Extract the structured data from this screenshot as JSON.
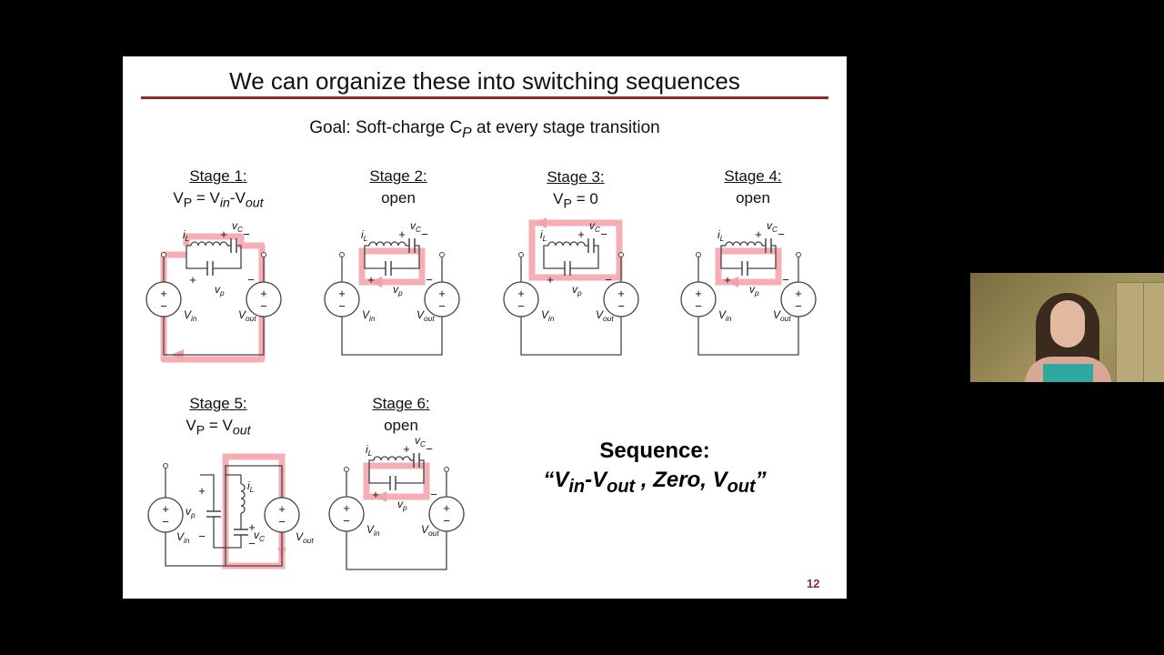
{
  "slide": {
    "title": "We can organize these into switching sequences",
    "goal": "Goal: Soft-charge C",
    "goal_sub": "P",
    "goal_tail": " at every stage transition",
    "page_number": "12"
  },
  "stages": [
    {
      "heading": "Stage 1:",
      "line2": "V",
      "sub": "P",
      "rest": " = V",
      "rest2": "in",
      "rest3": "-V",
      "rest4": "out"
    },
    {
      "heading": "Stage 2:",
      "line2": "open"
    },
    {
      "heading": "Stage 3:",
      "line2": "V",
      "sub": "P",
      "rest": " = 0"
    },
    {
      "heading": "Stage 4:",
      "line2": "open"
    },
    {
      "heading": "Stage 5:",
      "line2": "V",
      "sub": "P",
      "rest": " = V",
      "rest2": "out"
    },
    {
      "heading": "Stage 6:",
      "line2": "open"
    }
  ],
  "circuit_labels": {
    "il": "i",
    "il_sub": "L",
    "vc": "v",
    "vc_sub": "C",
    "vp": "v",
    "vp_sub": "p",
    "vin": "V",
    "vin_sub": "in",
    "vout": "V",
    "vout_sub": "out",
    "plus": "+",
    "minus": "−"
  },
  "sequence": {
    "label": "Sequence:",
    "open_quote": "“",
    "v": "V",
    "in": "in",
    "dash": "-V",
    "out": "out",
    "mid": " , Zero, V",
    "out2": "out",
    "close_quote": "”"
  },
  "colors": {
    "accent": "#8b2d2d",
    "highlight": "#f4a0a8",
    "wire": "#444444"
  }
}
